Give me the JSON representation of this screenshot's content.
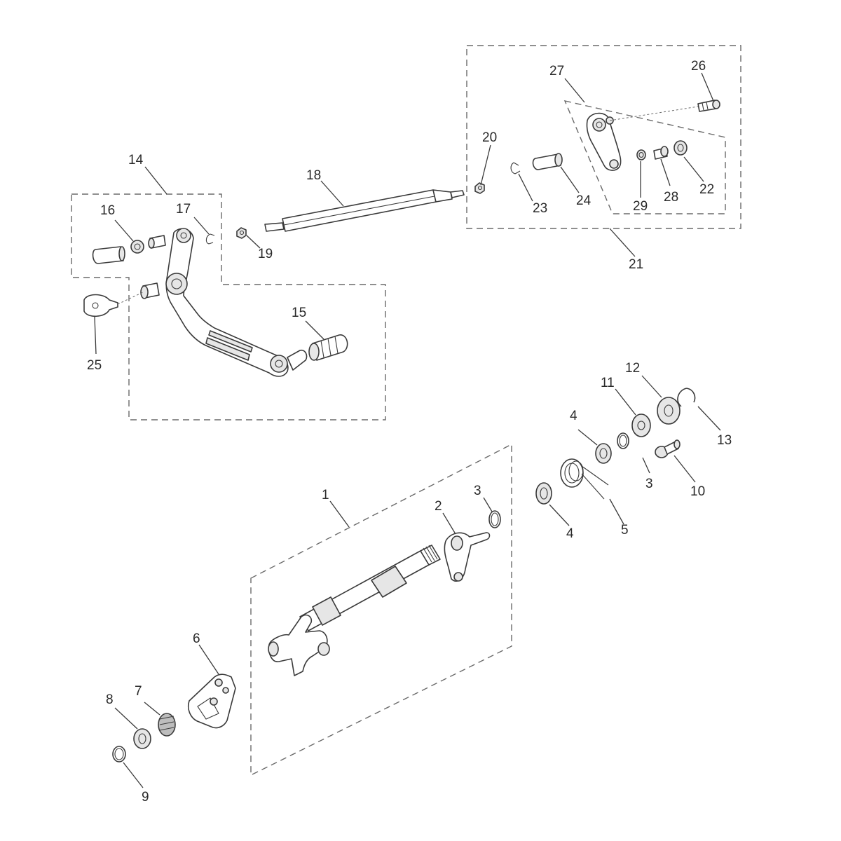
{
  "diagram": {
    "callouts": {
      "c1": "1",
      "c2": "2",
      "c3a": "3",
      "c3b": "3",
      "c4a": "4",
      "c4b": "4",
      "c5": "5",
      "c6": "6",
      "c7": "7",
      "c8": "8",
      "c9": "9",
      "c10": "10",
      "c11": "11",
      "c12": "12",
      "c13": "13",
      "c14": "14",
      "c15": "15",
      "c16": "16",
      "c17": "17",
      "c18": "18",
      "c19": "19",
      "c20": "20",
      "c21": "21",
      "c22": "22",
      "c23": "23",
      "c24": "24",
      "c25": "25",
      "c26": "26",
      "c27": "27",
      "c28": "28",
      "c29": "29"
    }
  }
}
